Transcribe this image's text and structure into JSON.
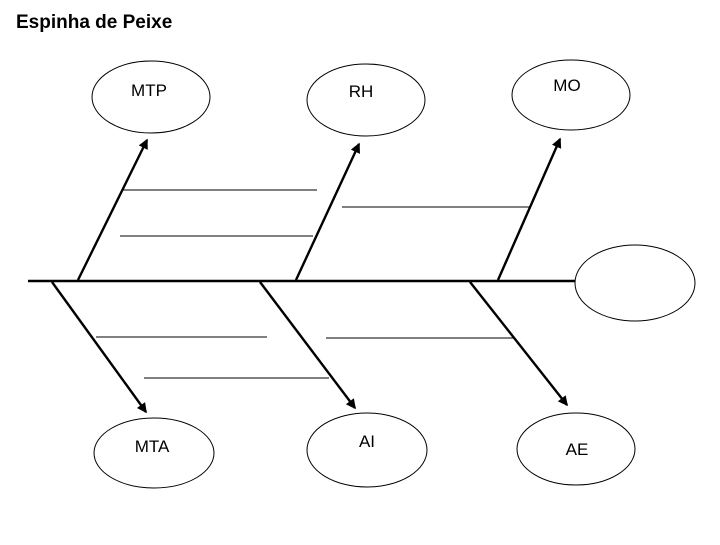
{
  "diagram": {
    "title": "Espinha de Peixe",
    "type": "fishbone",
    "colors": {
      "line": "#000000",
      "background": "#ffffff",
      "text": "#000000"
    },
    "head": {
      "label": ""
    },
    "branches": {
      "top": [
        {
          "label": "MTP"
        },
        {
          "label": "RH"
        },
        {
          "label": "MO"
        }
      ],
      "bottom": [
        {
          "label": "MTA"
        },
        {
          "label": "AI"
        },
        {
          "label": "AE"
        }
      ]
    }
  }
}
